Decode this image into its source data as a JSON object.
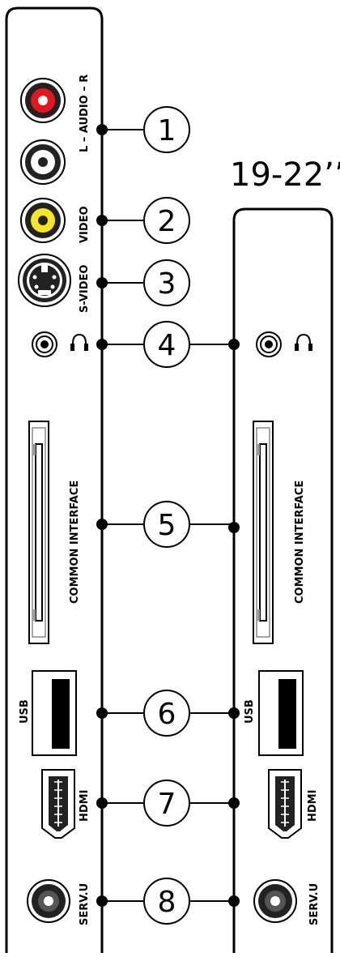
{
  "screen_size": "19-22’’",
  "callouts": [
    "1",
    "2",
    "3",
    "4",
    "5",
    "6",
    "7",
    "8"
  ],
  "labels": {
    "audio": "L – AUDIO – R",
    "video": "VIDEO",
    "svideo": "S-VIDEO",
    "common_interface": "COMMON INTERFACE",
    "usb": "USB",
    "hdmi": "HDMI",
    "servu": "SERV.U"
  },
  "colors": {
    "audio_left": "#ffffff",
    "audio_right": "#e8141c",
    "video": "#f7e81e",
    "line": "#000000"
  },
  "icons": {
    "headphone": "headphone-icon"
  }
}
